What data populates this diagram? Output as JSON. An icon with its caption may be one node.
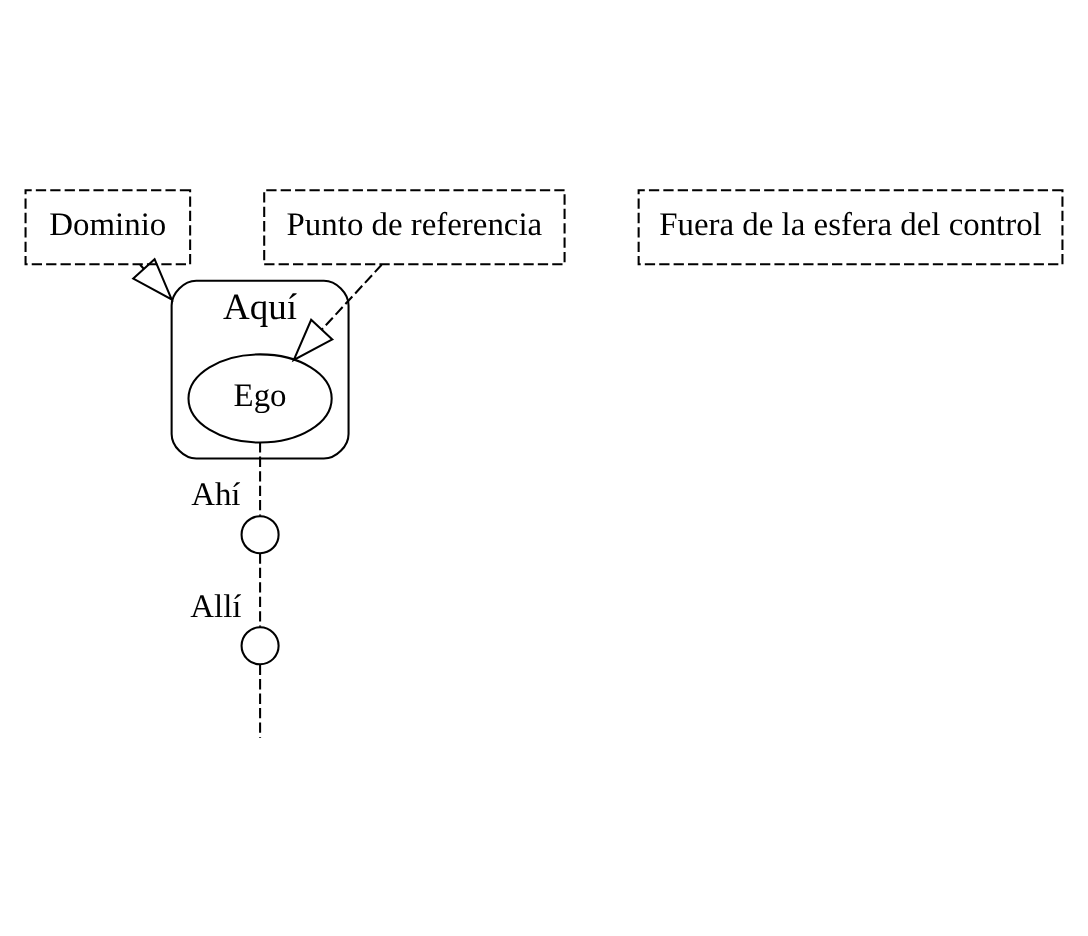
{
  "diagram": {
    "nodes": [
      {
        "text": [
          "Dominio"
        ]
      },
      {
        "text": [
          "Aquí"
        ]
      },
      {
        "text": [
          "Ego"
        ],
        "in": 1
      },
      {
        "text": [
          "Ahí"
        ]
      },
      {
        "text": [
          "Allí"
        ]
      },
      {
        "text": [
          "Fuera de la esfera del control"
        ]
      },
      {
        "text": [
          "Punto de referencia"
        ]
      }
    ],
    "edges": [
      {
        "from": 0,
        "to": 1,
        "arrow": "to",
        "style": "dashed"
      },
      {
        "from": 6,
        "to": 2,
        "arrow": "to",
        "style": "dashed"
      },
      {
        "from": 2,
        "to": 3,
        "arrow": "none",
        "style": "dashed"
      },
      {
        "from": 3,
        "to": 4,
        "arrow": "none",
        "style": "dashed"
      },
      {
        "from": 4,
        "to": null,
        "arrow": "none",
        "style": "dashed"
      }
    ]
  }
}
